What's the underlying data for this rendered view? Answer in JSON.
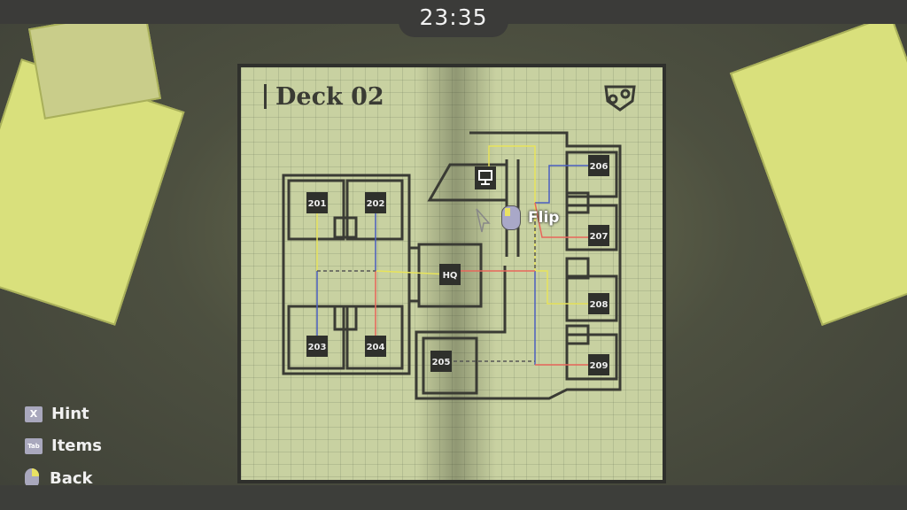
{
  "hud": {
    "timer": "23:35"
  },
  "map": {
    "title": "Deck 02",
    "rooms": [
      "201",
      "202",
      "203",
      "204",
      "HQ",
      "205",
      "206",
      "207",
      "208",
      "209"
    ],
    "flip_label": "Flip"
  },
  "controls": [
    {
      "key": "X",
      "label": "Hint"
    },
    {
      "key": "Tab",
      "label": "Items"
    },
    {
      "key": "mouse",
      "label": "Back"
    }
  ],
  "colors": {
    "page": "#c8d1a1",
    "wire_yellow": "#e8e45a",
    "wire_blue": "#4a5fc0",
    "wire_red": "#e8665a",
    "room_tag": "#2f302c"
  }
}
